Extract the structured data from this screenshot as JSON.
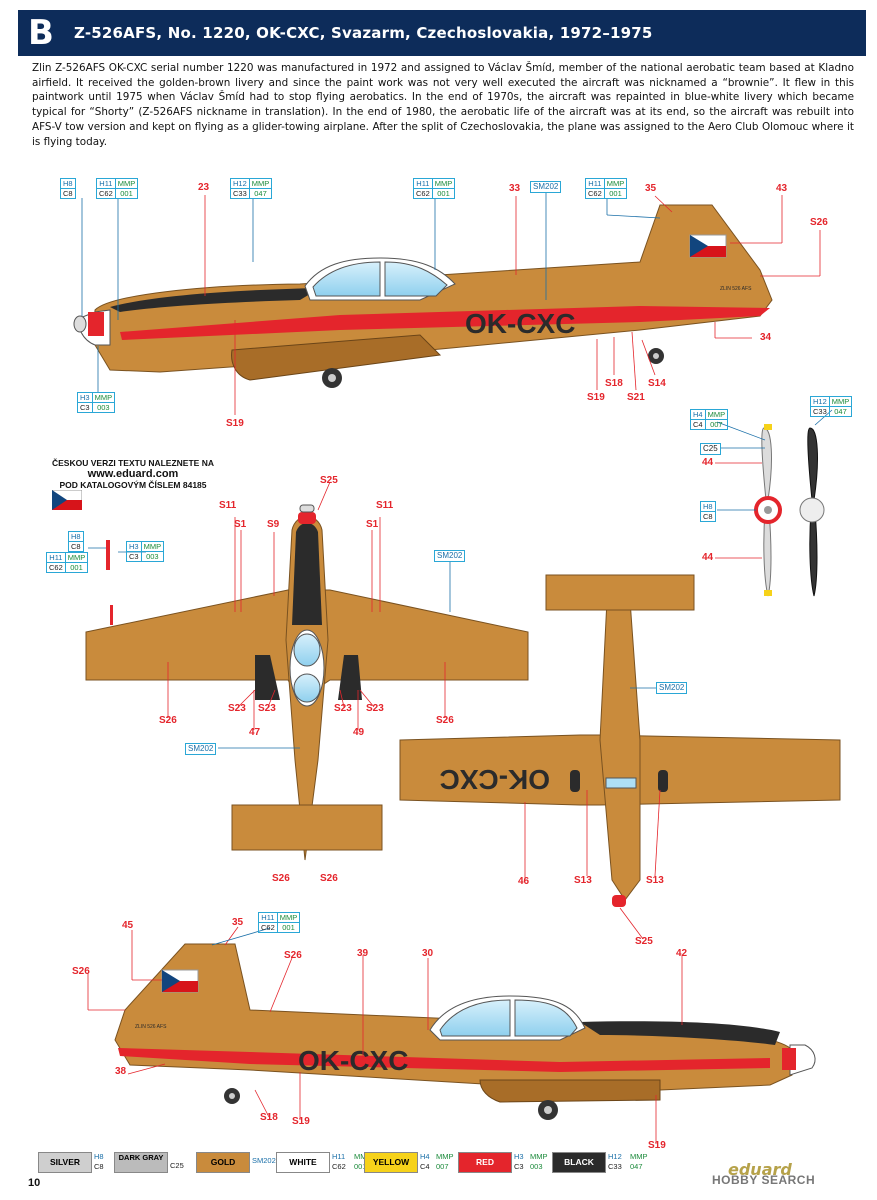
{
  "header": {
    "letter": "B",
    "title": "Z-526AFS, No. 1220, OK-CXC, Svazarm, Czechoslovakia, 1972–1975"
  },
  "description": "Zlin Z-526AFS OK-CXC serial number 1220 was manufactured in 1972 and assigned to Václav Šmíd, member of the national aerobatic team based at Kladno airfield. It received the golden-brown livery and since the paint work was not very well executed the aircraft was nicknamed a “brownie”. It flew in this paintwork until 1975 when Václav Šmíd had to stop flying aerobatics. In the end of 1970s, the aircraft was repainted in blue-white livery which became typical for “Shorty” (Z-526AFS nickname in translation). In the end of 1980, the aerobatic life of the aircraft was at its end, so the aircraft was rebuilt into AFS-V tow version and kept on flying as a glider-towing airplane. After the split of Czechoslovakia, the plane was assigned to the Aero Club Olomouc where it is flying today.",
  "czech_note": {
    "line1": "ČESKOU VERZI TEXTU NALEZNETE NA",
    "url": "www.eduard.com",
    "line2": "POD KATALOGOVÝM ČÍSLEM 84185"
  },
  "registration": "OK-CXC",
  "fin_text": "ZLIN 526 AFS",
  "colors": {
    "brown": "#c98b3c",
    "brown_dark": "#a86d28",
    "red": "#e4252c",
    "black": "#2b2b2b",
    "white": "#ffffff",
    "light_blue": "#aedff5",
    "silver": "#cfcfcf",
    "yellow": "#f6d21a",
    "navy": "#0d2c5a"
  },
  "paint_codes": {
    "h8c8": {
      "top": "H8",
      "bot": "C8"
    },
    "h11": {
      "top": "H11",
      "mmp": "MMP",
      "bot": "C62",
      "mmp2": "001"
    },
    "h12": {
      "top": "H12",
      "mmp": "MMP",
      "bot": "C33",
      "mmp2": "047"
    },
    "h3": {
      "top": "H3",
      "mmp": "MMP",
      "bot": "C3",
      "mmp2": "003"
    },
    "h4": {
      "top": "H4",
      "mmp": "MMP",
      "bot": "C4",
      "mmp2": "007"
    },
    "c25": "C25",
    "sm202": "SM202"
  },
  "callouts": {
    "n23": "23",
    "n33": "33",
    "n35": "35",
    "n43": "43",
    "s26": "S26",
    "n34": "34",
    "s18": "S18",
    "s14": "S14",
    "s19": "S19",
    "s21": "S21",
    "s25": "S25",
    "s11": "S11",
    "s1": "S1",
    "s9": "S9",
    "s23": "S23",
    "n47": "47",
    "n49": "49",
    "s13": "S13",
    "n46": "46",
    "n44": "44",
    "n45": "45",
    "n39": "39",
    "n30": "30",
    "n42": "42",
    "n38": "38"
  },
  "legend": [
    {
      "name": "SILVER",
      "codes": [
        "H8",
        "C8"
      ],
      "mmp": []
    },
    {
      "name": "DARK GRAY",
      "codes": [
        "",
        "C25"
      ],
      "mmp": []
    },
    {
      "name": "GOLD",
      "codes": [
        "SM202"
      ],
      "mmp": []
    },
    {
      "name": "WHITE",
      "codes": [
        "H11",
        "C62"
      ],
      "mmp": [
        "MMP",
        "001"
      ]
    },
    {
      "name": "YELLOW",
      "codes": [
        "H4",
        "C4"
      ],
      "mmp": [
        "MMP",
        "007"
      ]
    },
    {
      "name": "RED",
      "codes": [
        "H3",
        "C3"
      ],
      "mmp": [
        "MMP",
        "003"
      ]
    },
    {
      "name": "BLACK",
      "codes": [
        "H12",
        "C33"
      ],
      "mmp": [
        "MMP",
        "047"
      ]
    }
  ],
  "page_number": "10",
  "logo": {
    "eduard": "eduard",
    "site": "HOBBY SEARCH"
  }
}
